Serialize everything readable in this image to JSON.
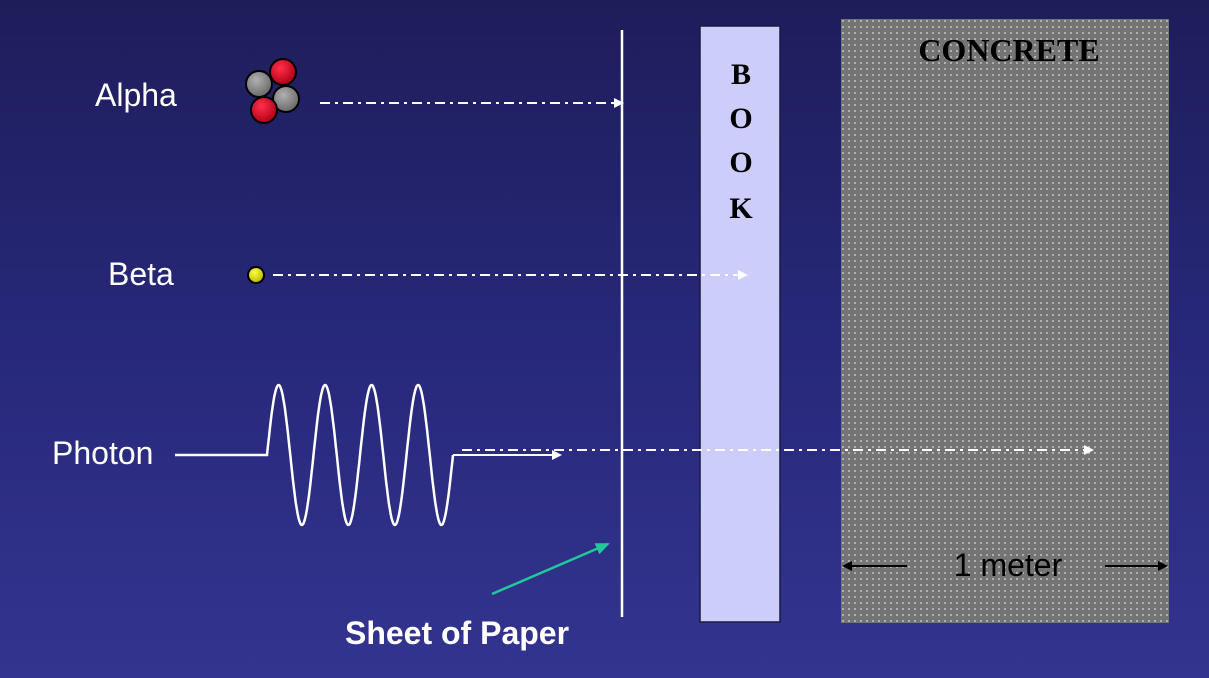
{
  "labels": {
    "alpha": "Alpha",
    "beta": "Beta",
    "photon": "Photon",
    "paper": "Sheet of Paper",
    "book": [
      "B",
      "O",
      "O",
      "K"
    ],
    "concrete": "CONCRETE",
    "meter": "1 meter"
  },
  "colors": {
    "proton": "#e8002a",
    "neutron": "#8a8a8a",
    "electron": "#e6e600",
    "book": "#cccdf8",
    "concrete": "#747474",
    "pointer": "#1fc99a"
  }
}
